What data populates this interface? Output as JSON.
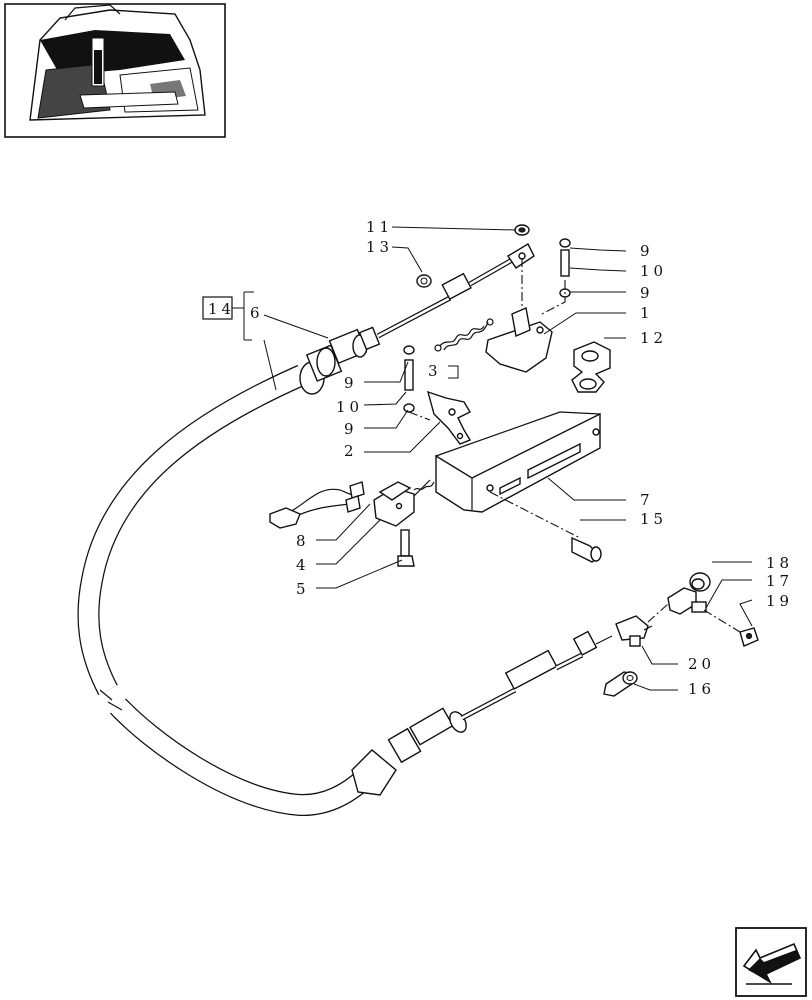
{
  "callouts": {
    "c1": "1",
    "c2": "2",
    "c3": "3",
    "c4": "4",
    "c5": "5",
    "c6": "6",
    "c7": "7",
    "c8": "8",
    "c9a": "9",
    "c9b": "9",
    "c9c": "9",
    "c9d": "9",
    "c10a": "10",
    "c10b": "10",
    "c11": "11",
    "c12": "12",
    "c13": "13",
    "c14": "14",
    "c15": "15",
    "c16": "16",
    "c17": "17",
    "c18": "18",
    "c19": "19",
    "c20": "20"
  },
  "icons": {
    "thumbnail": "tractor-cab-location-thumbnail",
    "nav": "next-page-arrow-icon"
  }
}
